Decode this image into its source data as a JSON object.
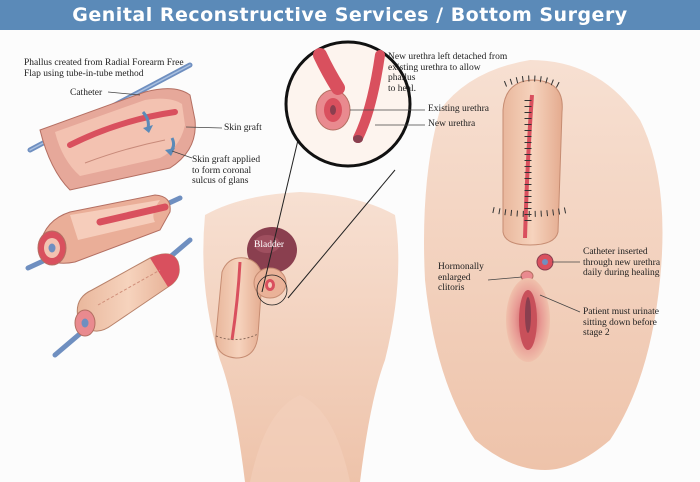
{
  "header": {
    "title": "Genital Reconstructive Services / Bottom Surgery",
    "background": "#5b8ab8",
    "text_color": "#ffffff"
  },
  "labels": {
    "phallus_created": "Phallus created from Radial Forearm Free\nFlap using tube-in-tube method",
    "catheter": "Catheter",
    "skin_graft": "Skin graft",
    "skin_graft_applied": "Skin graft applied\nto form coronal\nsulcus of glans",
    "new_urethra_detached": "New urethra left detached from\nexisting urethra to allow\nphallus\nto heal.",
    "existing_urethra": "Existing urethra",
    "new_urethra": "New urethra",
    "bladder": "Bladder",
    "hormonally_enlarged": "Hormonally\nenlarged\nclitoris",
    "catheter_inserted": "Catheter inserted\nthrough new urethra\ndaily during healing",
    "patient_must_urinate": "Patient must urinate\nsitting down before\nstage 2"
  },
  "colors": {
    "skin": "#f2c7ae",
    "skin_shadow": "#d99a80",
    "tissue": "#d9505e",
    "tissue_light": "#e98a8f",
    "catheter": "#6f8fc0",
    "bladder": "#8a3f4f"
  }
}
